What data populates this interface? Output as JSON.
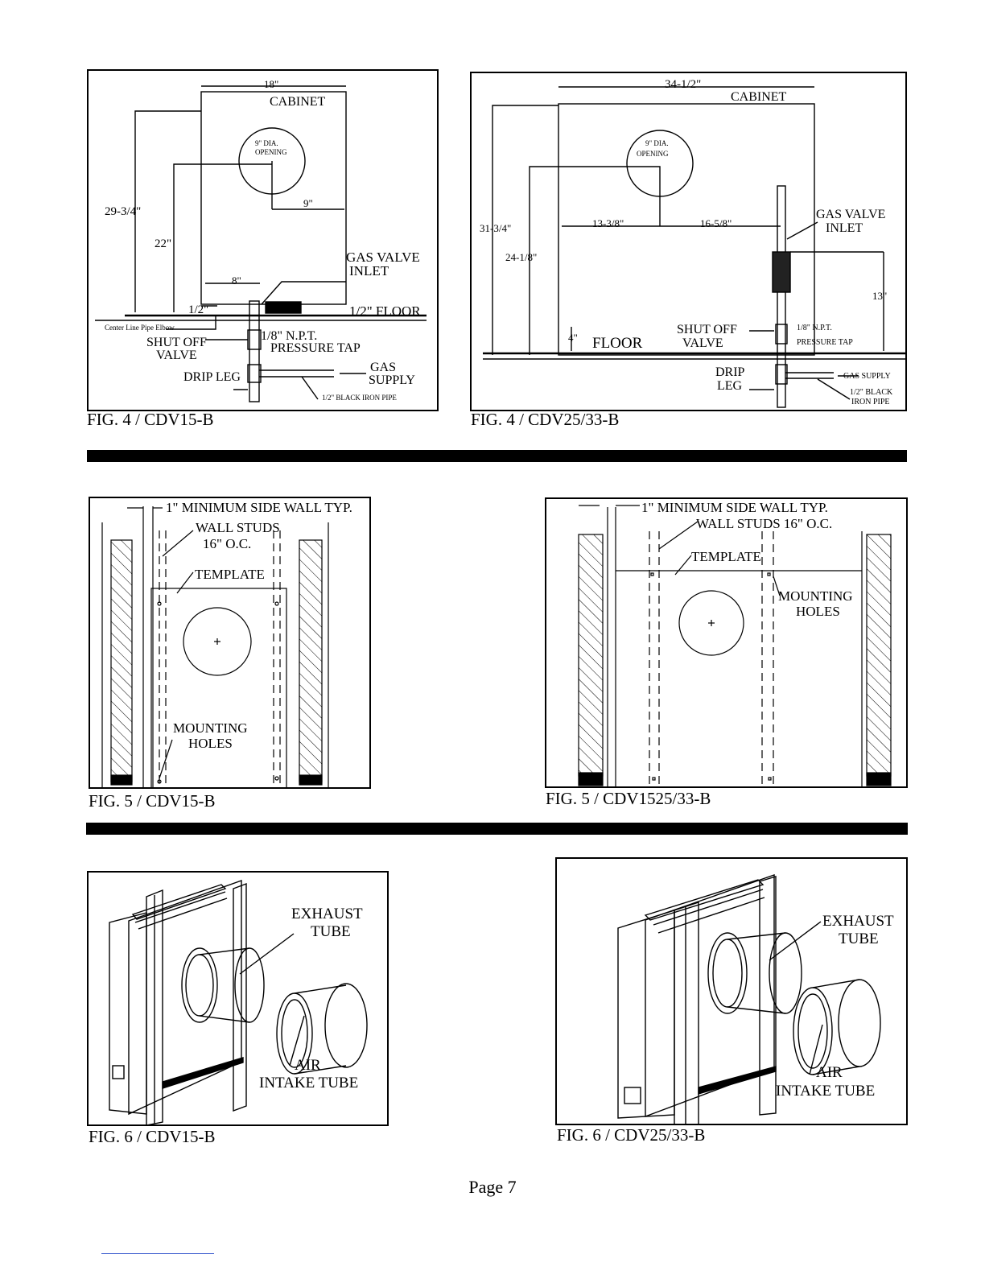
{
  "fig4a": {
    "caption": "FIG. 4  /  CDV15-B",
    "dim_width": "18\"",
    "cabinet": "CABINET",
    "opening": [
      "9\" DIA.",
      "OPENING"
    ],
    "dim_9": "9\"",
    "dim_29": "29-3/4\"",
    "dim_22": "22\"",
    "dim_8": "8\"",
    "gas_valve": "GAS VALVE",
    "inlet": "INLET",
    "half_left": "1/2\"",
    "half_floor": "1/2\" FLOOR",
    "center_line": "Center Line Pipe Elbow",
    "shut_off": "SHUT OFF",
    "valve": "VALVE",
    "npt": "1/8\" N.P.T.",
    "pressure_tap": "PRESSURE TAP",
    "gas": "GAS",
    "supply": "SUPPLY",
    "drip_leg": "DRIP LEG",
    "black_iron": "1/2\" BLACK IRON PIPE"
  },
  "fig4b": {
    "caption": "FIG. 4     /     CDV25/33-B",
    "dim_width": "34-1/2\"",
    "cabinet": "CABINET",
    "opening": [
      "9\" DIA.",
      "OPENING"
    ],
    "dim_31": "31-3/4\"",
    "dim_24": "24-1/8\"",
    "dim_13_38": "13-3/8\"",
    "dim_16_58": "16-5/8\"",
    "gas_valve": "GAS VALVE",
    "inlet": "INLET",
    "dim_13": "13\"",
    "dim_4": "4\"",
    "floor": "FLOOR",
    "shut_off": "SHUT OFF",
    "valve": "VALVE",
    "npt": "1/8\" N.P.T.",
    "pressure_tap": "PRESSURE TAP",
    "drip": "DRIP",
    "leg": "LEG",
    "gas_supply": "GAS SUPPLY",
    "black": "1/2\" BLACK",
    "iron_pipe": "IRON PIPE"
  },
  "fig5a": {
    "caption": "FIG. 5    /    CDV15-B",
    "min_side": "1\" MINIMUM SIDE WALL TYP.",
    "wall_studs": "WALL STUDS",
    "oc": "16\" O.C.",
    "template": "TEMPLATE",
    "mounting": "MOUNTING",
    "holes": "HOLES"
  },
  "fig5b": {
    "caption": "FIG. 5    /    CDV1525/33-B",
    "min_side": "1\" MINIMUM SIDE WALL TYP.",
    "wall_studs": "WALL STUDS 16\" O.C.",
    "template": "TEMPLATE",
    "mounting": "MOUNTING",
    "holes": "HOLES"
  },
  "fig6a": {
    "caption": "FIG. 6    /    CDV15-B",
    "exhaust": "EXHAUST",
    "tube": "TUBE",
    "air": "AIR",
    "intake": "INTAKE TUBE"
  },
  "fig6b": {
    "caption": "FIG. 6     /    CDV25/33-B",
    "exhaust": "EXHAUST",
    "tube": "TUBE",
    "air": "AIR",
    "intake": "INTAKE TUBE"
  },
  "page": "Page 7"
}
